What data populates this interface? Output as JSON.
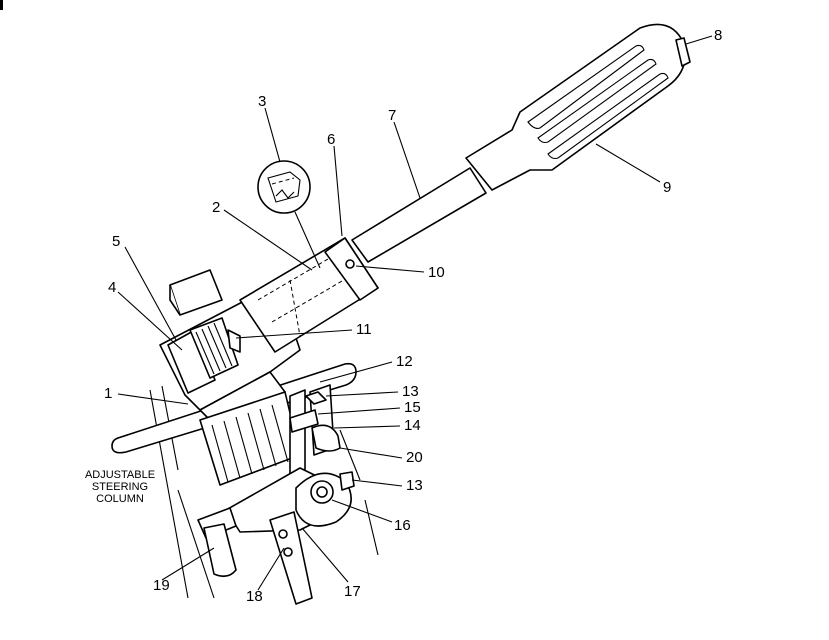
{
  "diagram": {
    "callouts": [
      {
        "id": "c1",
        "text": "1"
      },
      {
        "id": "c2",
        "text": "2"
      },
      {
        "id": "c3",
        "text": "3"
      },
      {
        "id": "c4",
        "text": "4"
      },
      {
        "id": "c5",
        "text": "5"
      },
      {
        "id": "c6",
        "text": "6"
      },
      {
        "id": "c7",
        "text": "7"
      },
      {
        "id": "c8",
        "text": "8"
      },
      {
        "id": "c9",
        "text": "9"
      },
      {
        "id": "c10",
        "text": "10"
      },
      {
        "id": "c11",
        "text": "11"
      },
      {
        "id": "c12",
        "text": "12"
      },
      {
        "id": "c13a",
        "text": "13"
      },
      {
        "id": "c15",
        "text": "15"
      },
      {
        "id": "c14",
        "text": "14"
      },
      {
        "id": "c20",
        "text": "20"
      },
      {
        "id": "c13b",
        "text": "13"
      },
      {
        "id": "c16",
        "text": "16"
      },
      {
        "id": "c17",
        "text": "17"
      },
      {
        "id": "c18",
        "text": "18"
      },
      {
        "id": "c19",
        "text": "19"
      }
    ],
    "caption_lines": [
      "ADJUSTABLE",
      "STEERING",
      "COLUMN"
    ]
  }
}
